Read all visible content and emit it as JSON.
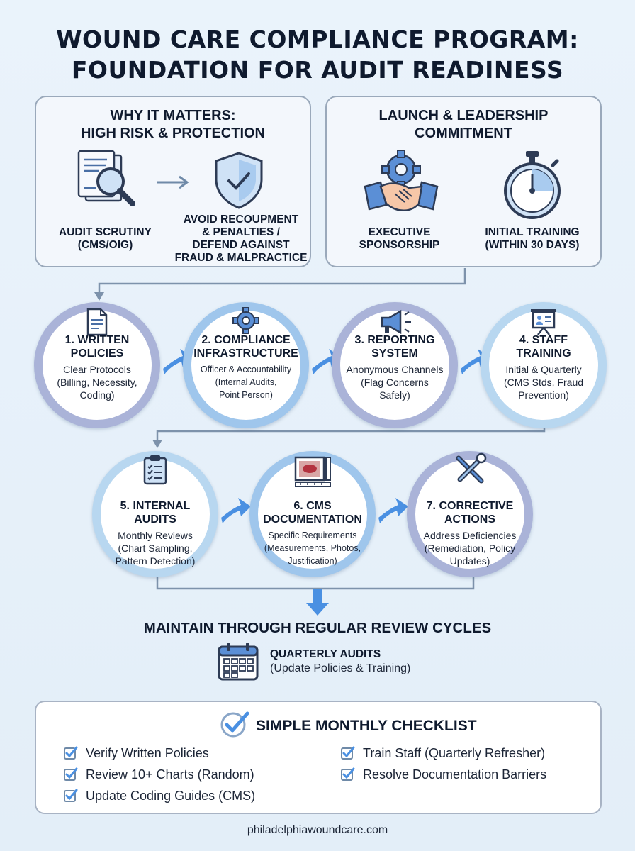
{
  "title": {
    "line1": "WOUND CARE COMPLIANCE PROGRAM:",
    "line2": "FOUNDATION FOR AUDIT READINESS"
  },
  "why": {
    "heading": [
      "WHY IT MATTERS:",
      "HIGH RISK & PROTECTION"
    ],
    "left_caption": [
      "AUDIT SCRUTINY",
      "(CMS/OIG)"
    ],
    "right_caption": [
      "AVOID RECOUPMENT",
      "& PENALTIES /",
      "DEFEND AGAINST",
      "FRAUD & MALPRACTICE"
    ]
  },
  "launch": {
    "heading": [
      "LAUNCH & LEADERSHIP",
      "COMMITMENT"
    ],
    "left_caption": [
      "EXECUTIVE",
      "SPONSORSHIP"
    ],
    "right_caption": [
      "INITIAL TRAINING",
      "(WITHIN 30 DAYS)"
    ]
  },
  "steps": [
    {
      "title": [
        "1. WRITTEN",
        "POLICIES"
      ],
      "desc": [
        "Clear Protocols",
        "(Billing, Necessity,",
        "Coding)"
      ],
      "icon": "document-icon"
    },
    {
      "title": [
        "2. COMPLIANCE",
        "INFRASTRUCTURE"
      ],
      "desc": [
        "Officer & Accountability",
        "(Internal Audits,",
        "Point Person)"
      ],
      "icon": "gear-icon"
    },
    {
      "title": [
        "3. REPORTING",
        "SYSTEM"
      ],
      "desc": [
        "Anonymous Channels",
        "(Flag Concerns",
        "Safely)"
      ],
      "icon": "megaphone-icon"
    },
    {
      "title": [
        "4. STAFF",
        "TRAINING"
      ],
      "desc": [
        "Initial & Quarterly",
        "(CMS Stds, Fraud",
        "Prevention)"
      ],
      "icon": "presentation-icon"
    },
    {
      "title": [
        "5. INTERNAL",
        "AUDITS"
      ],
      "desc": [
        "Monthly Reviews",
        "(Chart Sampling,",
        "Pattern Detection)"
      ],
      "icon": "clipboard-icon"
    },
    {
      "title": [
        "6. CMS",
        "DOCUMENTATION"
      ],
      "desc": [
        "Specific Requirements",
        "(Measurements, Photos,",
        "Justification)"
      ],
      "icon": "wound-photo-icon"
    },
    {
      "title": [
        "7. CORRECTIVE",
        "ACTIONS"
      ],
      "desc": [
        "Address Deficiencies",
        "(Remediation, Policy",
        "Updates)"
      ],
      "icon": "tools-icon"
    }
  ],
  "maintain": {
    "heading": "MAINTAIN THROUGH REGULAR REVIEW CYCLES",
    "item_title": "QUARTERLY AUDITS",
    "item_desc": "(Update Policies & Training)"
  },
  "checklist": {
    "title": "SIMPLE MONTHLY CHECKLIST",
    "items": [
      "Verify Written Policies",
      "Review 10+ Charts (Random)",
      "Update Coding Guides (CMS)",
      "Train Staff (Quarterly Refresher)",
      "Resolve Documentation Barriers"
    ]
  },
  "footer": "philadelphiawoundcare.com",
  "colors": {
    "dark": "#0f1a2e",
    "accent": "#4a90e2",
    "ring_light": "#b8d7f0",
    "ring_dark": "#aab3d8"
  }
}
